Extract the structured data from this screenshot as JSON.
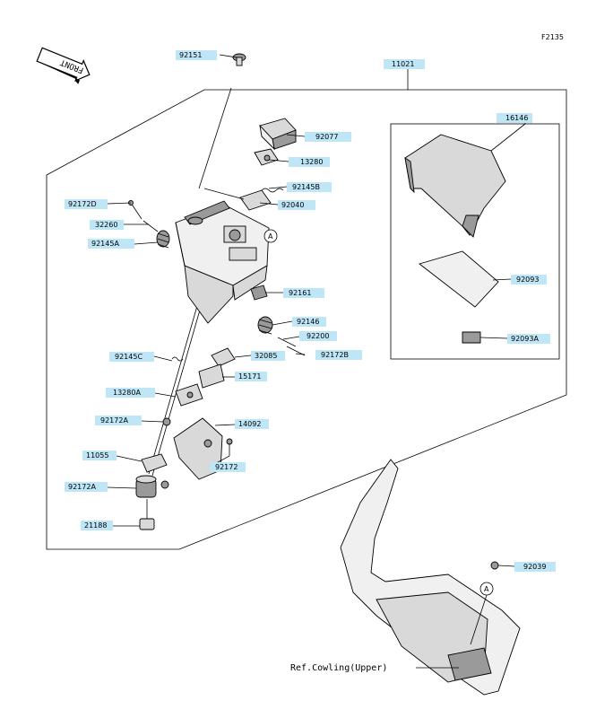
{
  "diagram_code": "F2135",
  "front_label": "FRONT",
  "ref_label": "Ref.Cowling(Upper)",
  "circle_marker": "A",
  "parts": {
    "p92151": "92151",
    "p11021": "11021",
    "p92077": "92077",
    "p13280": "13280",
    "p92145B": "92145B",
    "p92040": "92040",
    "p92172D": "92172D",
    "p32260": "32260",
    "p92145A": "92145A",
    "p92161": "92161",
    "p92146": "92146",
    "p92200": "92200",
    "p92172B": "92172B",
    "p92145C": "92145C",
    "p32085": "32085",
    "p15171": "15171",
    "p13280A": "13280A",
    "p92172A_1": "92172A",
    "p14092": "14092",
    "p11055": "11055",
    "p92172": "92172",
    "p92172A_2": "92172A",
    "p21188": "21188",
    "p16146": "16146",
    "p92093": "92093",
    "p92093A": "92093A",
    "p92039": "92039"
  }
}
